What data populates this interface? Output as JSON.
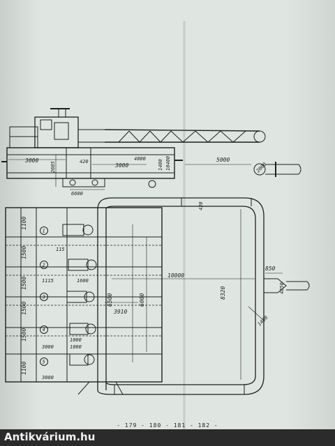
{
  "top_view": {
    "dims": [
      "3000",
      "3000",
      "5000",
      "2605",
      "4000",
      "1400",
      "10400",
      "6600",
      "420",
      "2000"
    ]
  },
  "plan_view": {
    "left_dims": [
      "1100",
      "1500",
      "1500",
      "1500",
      "1500",
      "1100"
    ],
    "unit_numbers": [
      "1",
      "2",
      "3",
      "4",
      "5"
    ],
    "inner_dims": [
      "115",
      "1115",
      "1600",
      "1000",
      "1000",
      "3000",
      "3000"
    ],
    "main_dims": [
      "6500",
      "3910",
      "6000",
      "10000",
      "8320",
      "850",
      "4850",
      "420",
      "1400"
    ]
  },
  "footer": {
    "page_numbers": "- 179 - 180 - 181 - 182 -"
  },
  "watermark": {
    "text": "Antikvárium.hu"
  }
}
